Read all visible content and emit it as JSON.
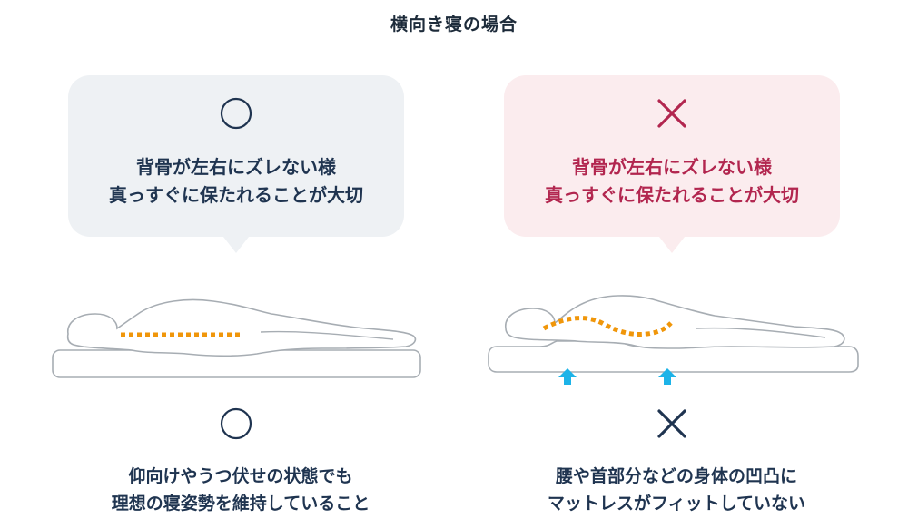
{
  "title": "横向き寝の場合",
  "colors": {
    "good_text": "#1f3450",
    "bad_text": "#b2264f",
    "good_bubble": "#eef1f4",
    "bad_bubble": "#fbecee",
    "spine": "#f0960a",
    "arrow": "#1cb3e8",
    "outline": "#a7adb3"
  },
  "left": {
    "top_mark": "circle-mark",
    "bubble_line1": "背骨が左右にズレない様",
    "bubble_line2": "真っすぐに保たれることが大切",
    "bottom_mark": "circle-mark",
    "bottom_line1": "仰向けやうつ伏せの状態でも",
    "bottom_line2": "理想の寝姿勢を維持していること"
  },
  "right": {
    "top_mark": "cross-mark",
    "bubble_line1": "背骨が左右にズレない様",
    "bubble_line2": "真っすぐに保たれることが大切",
    "bottom_mark": "cross-mark",
    "bottom_line1": "腰や首部分などの身体の凹凸に",
    "bottom_line2": "マットレスがフィットしていない"
  }
}
